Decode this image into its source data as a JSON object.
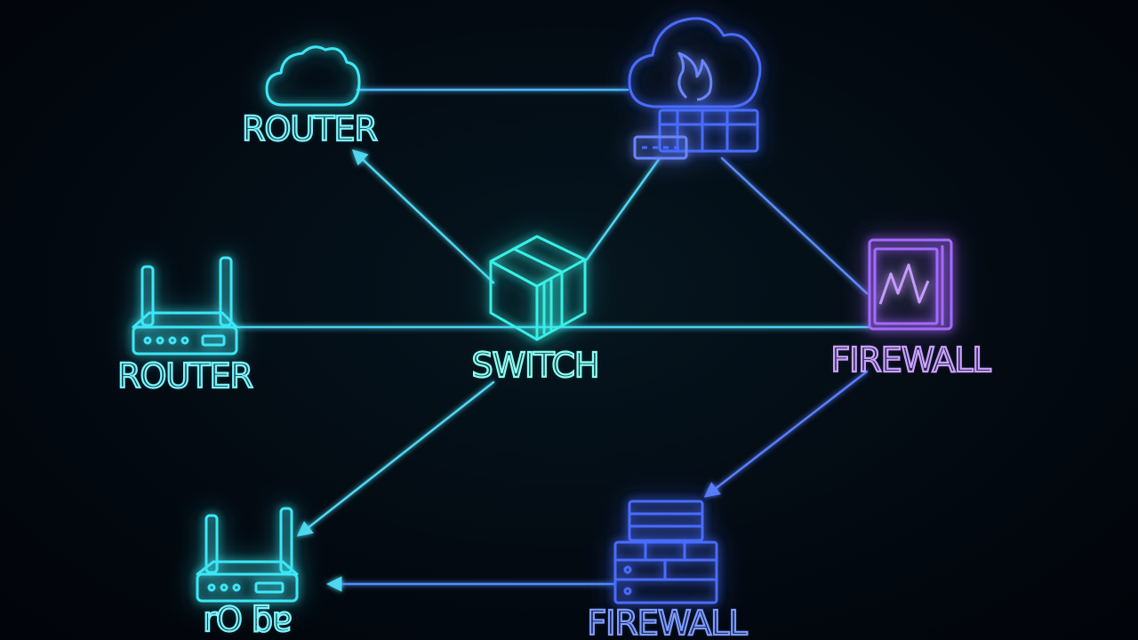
{
  "colors": {
    "background": "#02070d",
    "cyan": "#3ee7f5",
    "teal": "#39f0e6",
    "blue": "#4a6cff",
    "violet": "#a56bff",
    "link": "#4fd6f0"
  },
  "nodes": [
    {
      "id": "router-top",
      "label": "ROUTER",
      "icon": "cloud-icon"
    },
    {
      "id": "cloud-firewall",
      "label": "",
      "icon": "cloud-fire-icon"
    },
    {
      "id": "router-left",
      "label": "ROUTER",
      "icon": "router-icon"
    },
    {
      "id": "switch",
      "label": "SWITCH",
      "icon": "switch-cube-icon"
    },
    {
      "id": "firewall-right",
      "label": "FIREWALL",
      "icon": "firewall-panel-icon"
    },
    {
      "id": "router-bottom",
      "label": "rO ƃɐ",
      "icon": "router-icon"
    },
    {
      "id": "firewall-bottom",
      "label": "FIREWALL",
      "icon": "server-stack-icon"
    }
  ],
  "links": [
    {
      "from": "router-top",
      "to": "cloud-firewall",
      "arrow": false
    },
    {
      "from": "switch",
      "to": "router-top",
      "arrow": true
    },
    {
      "from": "switch",
      "to": "cloud-firewall",
      "arrow": false
    },
    {
      "from": "cloud-firewall",
      "to": "firewall-right",
      "arrow": false
    },
    {
      "from": "router-left",
      "to": "firewall-right",
      "arrow": false
    },
    {
      "from": "switch",
      "to": "router-bottom",
      "arrow": true
    },
    {
      "from": "firewall-right",
      "to": "firewall-bottom",
      "arrow": true
    },
    {
      "from": "firewall-bottom",
      "to": "router-bottom",
      "arrow": true
    }
  ]
}
